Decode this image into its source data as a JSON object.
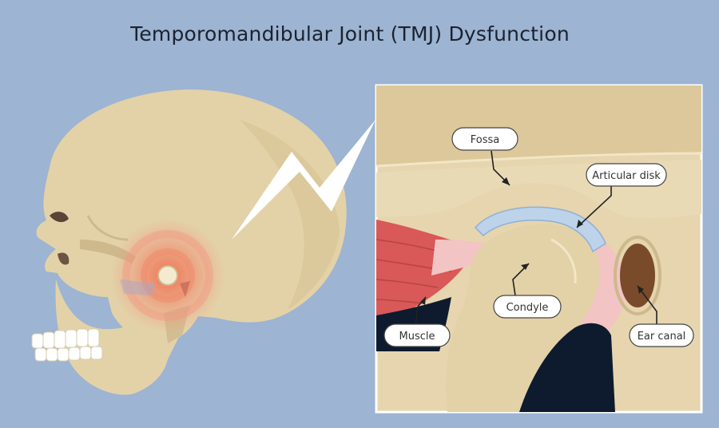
{
  "title": "Temporomandibular Joint (TMJ) Dysfunction",
  "labels": {
    "fossa": "Fossa",
    "articular_disk": "Articular disk",
    "condyle": "Condyle",
    "muscle": "Muscle",
    "ear_canal": "Ear canal"
  },
  "colors": {
    "background": "#9db4d2",
    "bone": "#e3d2a8",
    "bone_shadow": "#cdb98c",
    "muscle": "#d95858",
    "ligament": "#f2c4c4",
    "disk": "#bcd3ea",
    "ear_canal": "#7a4b2a",
    "dark_cavity": "#0e1a2e",
    "pain_glow": "#f07a5c"
  }
}
